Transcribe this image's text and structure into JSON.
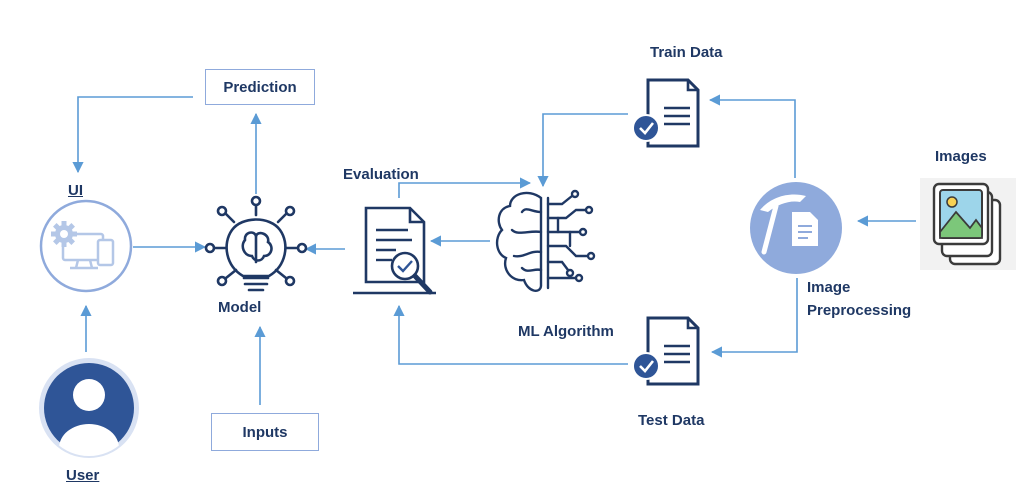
{
  "labels": {
    "train_data": "Train Data",
    "prediction": "Prediction",
    "ui": "UI",
    "evaluation": "Evaluation",
    "images": "Images",
    "model": "Model",
    "image_preprocessing_1": "Image",
    "image_preprocessing_2": "Preprocessing",
    "ml_algorithm": "ML Algorithm",
    "inputs": "Inputs",
    "test_data": "Test Data",
    "user": "User"
  },
  "colors": {
    "arrow": "#5b9bd5",
    "navy": "#1f3864",
    "icon_blue": "#2f5597",
    "light_blue": "#b4c7e7",
    "circle": "#8faadc"
  },
  "icons": [
    "user-icon",
    "ui-icon",
    "model-bulb-icon",
    "evaluation-doc-icon",
    "brain-icon",
    "train-data-doc-icon",
    "test-data-doc-icon",
    "preprocessing-icon",
    "images-icon"
  ]
}
